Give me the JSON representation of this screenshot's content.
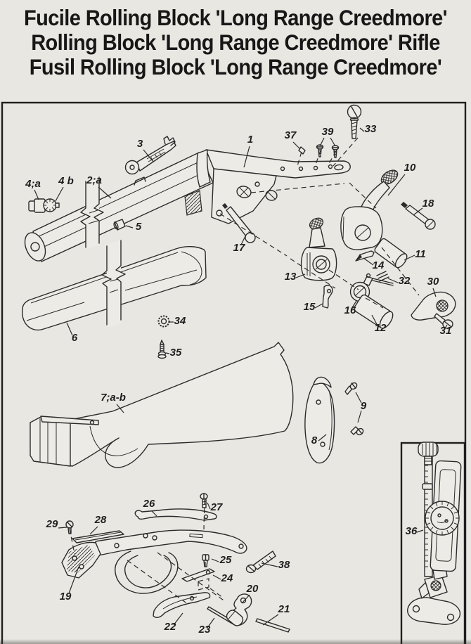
{
  "page": {
    "title_lines": [
      "Fucile Rolling Block 'Long Range Creedmore'",
      "Rolling Block 'Long Range Creedmore' Rifle",
      "Fusil Rolling Block 'Long Range Creedmore'"
    ],
    "colors": {
      "paper_background": "#e9e7e2",
      "panel_background": "#edebe6",
      "line_ink": "#2b2b2b",
      "title_ink": "#171717"
    }
  },
  "diagram": {
    "kind": "exploded-parts-diagram",
    "subject": "Rolling Block rifle parts schematic with numbered callouts and vernier tang sight inset",
    "part_labels": [
      {
        "label": "1"
      },
      {
        "label": "2;a"
      },
      {
        "label": "3"
      },
      {
        "label": "4;a"
      },
      {
        "label": "4 b"
      },
      {
        "label": "5"
      },
      {
        "label": "6"
      },
      {
        "label": "7;a-b"
      },
      {
        "label": "8"
      },
      {
        "label": "9"
      },
      {
        "label": "10"
      },
      {
        "label": "11"
      },
      {
        "label": "12"
      },
      {
        "label": "13"
      },
      {
        "label": "14"
      },
      {
        "label": "15"
      },
      {
        "label": "16"
      },
      {
        "label": "17"
      },
      {
        "label": "18"
      },
      {
        "label": "19"
      },
      {
        "label": "20"
      },
      {
        "label": "21"
      },
      {
        "label": "22"
      },
      {
        "label": "23"
      },
      {
        "label": "24"
      },
      {
        "label": "25"
      },
      {
        "label": "26"
      },
      {
        "label": "27"
      },
      {
        "label": "28"
      },
      {
        "label": "29"
      },
      {
        "label": "30"
      },
      {
        "label": "31"
      },
      {
        "label": "32"
      },
      {
        "label": "33"
      },
      {
        "label": "34"
      },
      {
        "label": "35"
      },
      {
        "label": "36"
      },
      {
        "label": "37"
      },
      {
        "label": "38"
      },
      {
        "label": "39"
      }
    ]
  }
}
